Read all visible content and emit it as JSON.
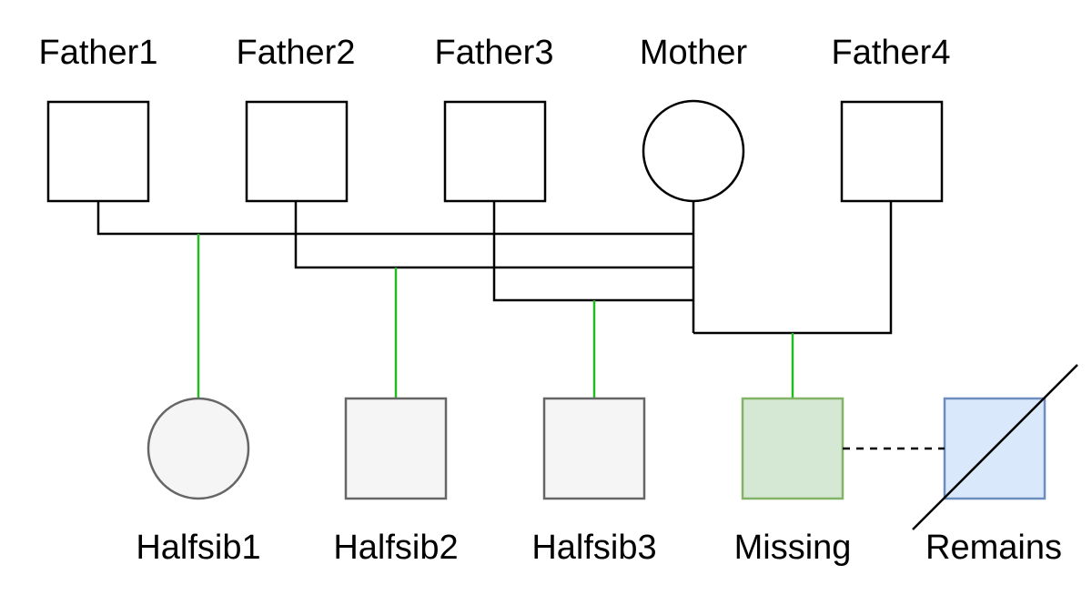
{
  "parents": [
    {
      "id": "father1",
      "label": "Father1",
      "shape": "square"
    },
    {
      "id": "father2",
      "label": "Father2",
      "shape": "square"
    },
    {
      "id": "father3",
      "label": "Father3",
      "shape": "square"
    },
    {
      "id": "mother",
      "label": "Mother",
      "shape": "circle"
    },
    {
      "id": "father4",
      "label": "Father4",
      "shape": "square"
    }
  ],
  "children": [
    {
      "id": "halfsib1",
      "label": "Halfsib1",
      "shape": "circle",
      "father": "father1"
    },
    {
      "id": "halfsib2",
      "label": "Halfsib2",
      "shape": "square",
      "father": "father2"
    },
    {
      "id": "halfsib3",
      "label": "Halfsib3",
      "shape": "square",
      "father": "father3"
    },
    {
      "id": "missing",
      "label": "Missing",
      "shape": "square",
      "father": "father4"
    },
    {
      "id": "remains",
      "label": "Remains",
      "shape": "square",
      "deceased": true
    }
  ],
  "relations": {
    "missing_to_remains": "dashed"
  },
  "colors": {
    "line": "#000000",
    "descent_line": "#22bb22",
    "sibling_fill": "#f5f5f5",
    "sibling_stroke": "#666666",
    "missing_fill": "#d5e8d4",
    "missing_stroke": "#82b366",
    "remains_fill": "#dae8fc",
    "remains_stroke": "#6c8ebf"
  }
}
